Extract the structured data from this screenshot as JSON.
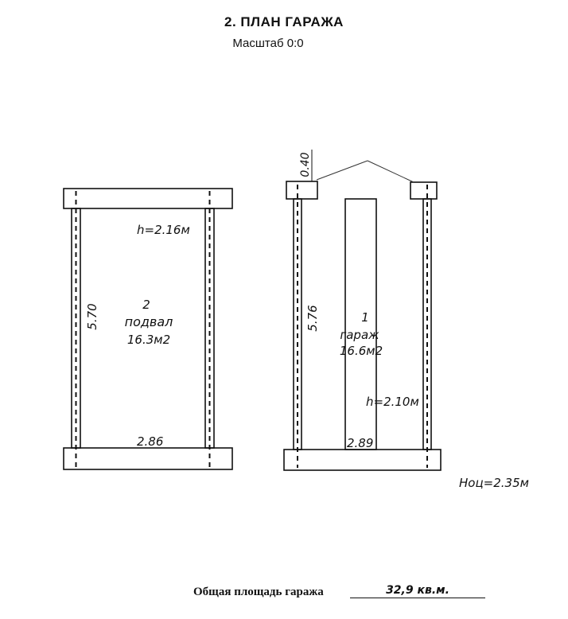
{
  "header": {
    "title": "2. ПЛАН ГАРАЖА",
    "scale": "Масштаб 0:0"
  },
  "basement": {
    "height_note": "h=2.16м",
    "length": "5.70",
    "room_number": "2",
    "room_name": "подвал",
    "area": "16.3м2",
    "width": "2.86"
  },
  "garage": {
    "wall_height": "0.40",
    "length": "5.76",
    "room_number": "1",
    "room_name": "гараж",
    "area": "16.6м2",
    "height_note": "h=2.10м",
    "width": "2.89",
    "outer_height": "Hоц=2.35м"
  },
  "footer": {
    "total_label": "Общая площадь гаража",
    "total_value": "32,9 кв.м."
  }
}
